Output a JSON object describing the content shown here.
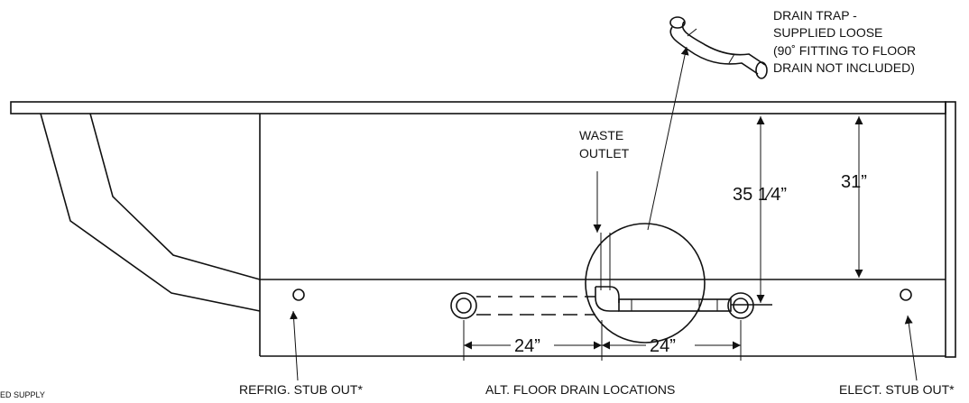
{
  "labels": {
    "drain_trap": [
      "DRAIN TRAP -",
      "SUPPLIED LOOSE",
      "(90˚ FITTING TO FLOOR",
      "DRAIN NOT INCLUDED)"
    ],
    "waste_outlet": [
      "WASTE",
      "OUTLET"
    ],
    "refrig_stub": "REFRIG. STUB OUT*",
    "alt_floor_drain": "ALT. FLOOR DRAIN LOCATIONS",
    "elect_stub": "ELECT. STUB OUT*",
    "corner_fragment": "ED SUPPLY"
  },
  "dimensions": {
    "height_total": "35 1⁄4”",
    "height_inner": "31”",
    "left_spacing": "24”",
    "right_spacing": "24”"
  }
}
